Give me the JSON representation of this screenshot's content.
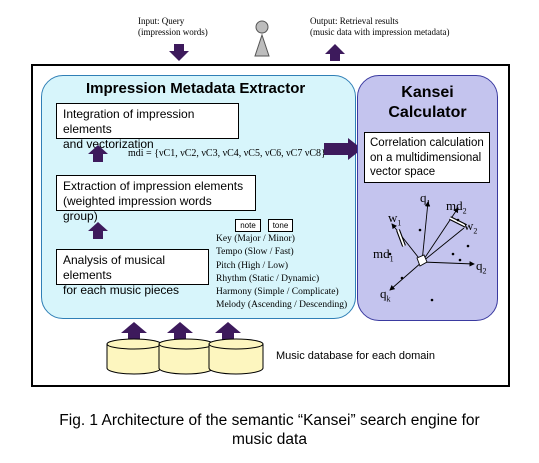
{
  "input": {
    "line1": "Input: Query",
    "line2": "(impression words)"
  },
  "output": {
    "line1": "Output: Retrieval results",
    "line2": "(music data with impression metadata)"
  },
  "extractor": {
    "title": "Impression Metadata Extractor",
    "integration_line1": "Integration of impression elements",
    "integration_line2": "and vectorization",
    "mdi_formula": "mdi = {νC1, νC2, νC3, νC4, νC5, νC6, νC7 νC8}",
    "extraction_line1": "Extraction of impression elements",
    "extraction_line2": "(weighted impression words group)",
    "tag_note": "note",
    "tag_tone": "tone",
    "analysis_line1": "Analysis of musical elements",
    "analysis_line2": "for each music pieces",
    "factors": [
      "Key (Major / Minor)",
      "Tempo (Slow / Fast)",
      "Pitch (High / Low)",
      "Rhythm (Static / Dynamic)",
      "Harmony (Simple / Complicate)",
      "Melody (Ascending / Descending)"
    ]
  },
  "kansei": {
    "title_line1": "Kansei",
    "title_line2": "Calculator",
    "corr_line1": "Correlation calculation",
    "corr_line2": "on a multidimensional",
    "corr_line3": "vector space",
    "labels": {
      "q1": "q",
      "q1_sub": "1",
      "q2": "q",
      "q2_sub": "2",
      "qk": "q",
      "qk_sub": "k",
      "md2": "md",
      "md2_sub": "2",
      "md1": "md",
      "md1_sub": "1",
      "w1": "w",
      "w1_sub": "1",
      "w2": "w",
      "w2_sub": "2"
    }
  },
  "database": {
    "label": "Music database for each domain"
  },
  "caption": {
    "line1": "Fig. 1 Architecture of the semantic “Kansei” search engine for",
    "line2": "music data"
  },
  "colors": {
    "arrow": "#3d1a5c",
    "extractor_fill": "#d7f5fb",
    "kansei_fill": "#c4c4ee",
    "cylinder_fill": "#fdf6bf"
  }
}
